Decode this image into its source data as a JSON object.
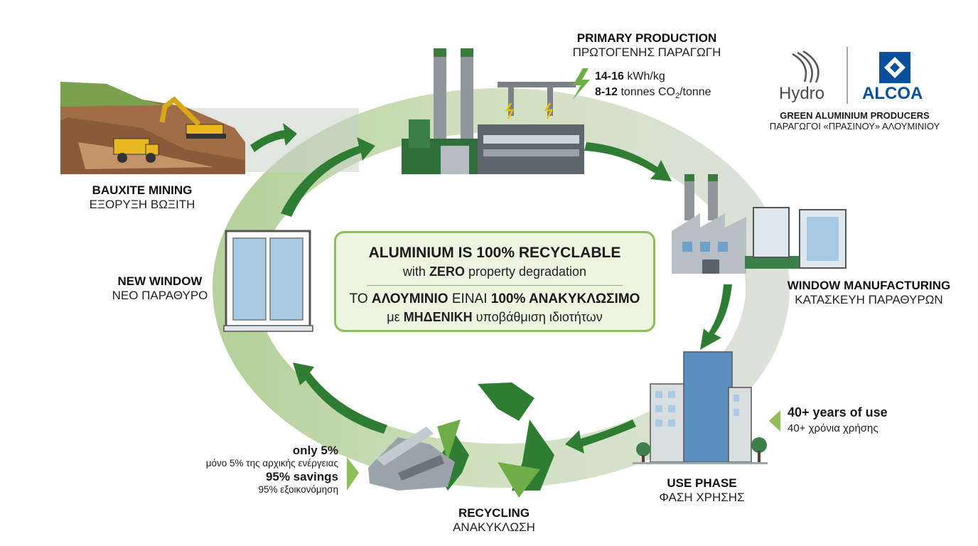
{
  "stages": {
    "bauxite": {
      "en": "BAUXITE MINING",
      "gr": "ΕΞΟΡΥΞΗ ΒΩΞΙΤΗ"
    },
    "primary": {
      "en": "PRIMARY PRODUCTION",
      "gr": "ΠΡΩΤΟΓΕΝΗΣ ΠΑΡΑΓΩΓΗ",
      "energy": "14-16",
      "energy_unit": " kWh/kg",
      "co2": "8-12",
      "co2_unit": " tonnes CO",
      "co2_sub": "2",
      "co2_tail": "/tonne"
    },
    "window_mfg": {
      "en": "WINDOW MANUFACTURING",
      "gr": "ΚΑΤΑΣΚΕΥΗ ΠΑΡΑΘΥΡΩΝ"
    },
    "use_phase": {
      "en": "USE PHASE",
      "gr": "ΦΑΣΗ ΧΡΗΣΗΣ",
      "years_en": "40+ years of use",
      "years_gr": "40+ χρόνια χρήσης"
    },
    "recycling": {
      "en": "RECYCLING",
      "gr": "ΑΝΑΚΥΚΛΩΣΗ",
      "only": "only 5%",
      "only_gr": "μόνο 5% της αρχικής ενέργειας",
      "savings": "95% savings",
      "savings_gr": "95% εξοικονόμηση"
    },
    "new_window": {
      "en": "NEW WINDOW",
      "gr": "ΝΕΟ ΠΑΡΑΘΥΡΟ"
    }
  },
  "center": {
    "line1": "ALUMINIUM IS 100% RECYCLABLE",
    "line2_a": "with ",
    "line2_b": "ZERO",
    "line2_c": " property degradation",
    "line3_a": "ΤΟ ",
    "line3_b": "ΑΛΟΥΜΙΝΙΟ",
    "line3_c": " ΕΙΝΑΙ ",
    "line3_d": "100% ΑΝΑΚΥΚΛΩΣΙΜΟ",
    "line4_a": "με ",
    "line4_b": "ΜΗΔΕΝΙΚΗ",
    "line4_c": " υποβάθμιση ιδιοτήτων"
  },
  "brand": {
    "hydro": "Hydro",
    "alcoa": "ALCOA",
    "tag_en": "GREEN ALUMINIUM PRODUCERS",
    "tag_gr": "ΠΑΡΑΓΩΓΟΙ «ΠΡΑΣΙΝΟΥ» ΑΛΟΥΜΙΝΙΟΥ"
  },
  "colors": {
    "ring": "#b9d39a",
    "arrow": "#2e7d32",
    "accent": "#8fbf5a",
    "alcoa": "#0b4f9c"
  }
}
